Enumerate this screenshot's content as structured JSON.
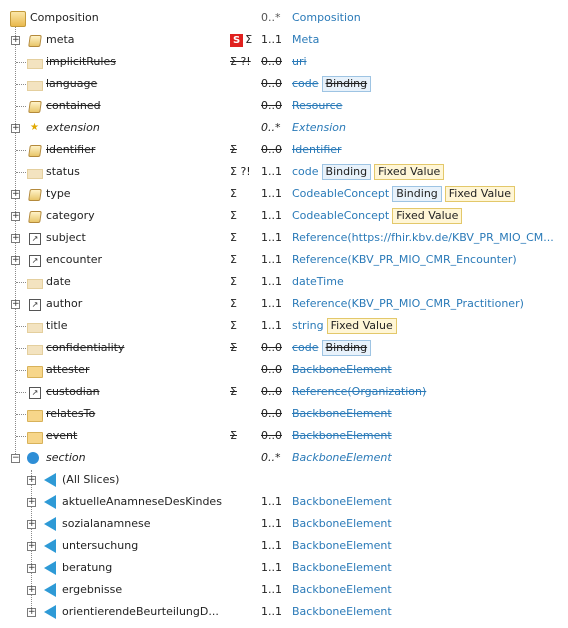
{
  "root": {
    "name": "Composition",
    "card": "0..*",
    "type": "Composition"
  },
  "rows": [
    {
      "name": "meta",
      "s": "S",
      "flags": "Σ",
      "card": "1..1",
      "type": "Meta"
    },
    {
      "name": "implicitRules",
      "flags": "Σ ?!",
      "card": "0..0",
      "type": "uri"
    },
    {
      "name": "language",
      "card": "0..0",
      "type": "code",
      "binding": "Binding"
    },
    {
      "name": "contained",
      "card": "0..0",
      "type": "Resource"
    },
    {
      "name": "extension",
      "card": "0..*",
      "type": "Extension"
    },
    {
      "name": "identifier",
      "flags": "Σ",
      "card": "0..0",
      "type": "Identifier"
    },
    {
      "name": "status",
      "flags": "Σ ?!",
      "card": "1..1",
      "type": "code",
      "binding": "Binding",
      "fixed": "Fixed Value"
    },
    {
      "name": "type",
      "flags": "Σ",
      "card": "1..1",
      "type": "CodeableConcept",
      "binding": "Binding",
      "fixed": "Fixed Value"
    },
    {
      "name": "category",
      "flags": "Σ",
      "card": "1..1",
      "type": "CodeableConcept",
      "fixed": "Fixed Value"
    },
    {
      "name": "subject",
      "flags": "Σ",
      "card": "1..1",
      "type": "Reference(https://fhir.kbv.de/KBV_PR_MIO_CM..."
    },
    {
      "name": "encounter",
      "flags": "Σ",
      "card": "1..1",
      "type": "Reference(KBV_PR_MIO_CMR_Encounter)"
    },
    {
      "name": "date",
      "flags": "Σ",
      "card": "1..1",
      "type": "dateTime"
    },
    {
      "name": "author",
      "flags": "Σ",
      "card": "1..1",
      "type": "Reference(KBV_PR_MIO_CMR_Practitioner)"
    },
    {
      "name": "title",
      "flags": "Σ",
      "card": "1..1",
      "type": "string",
      "fixed": "Fixed Value"
    },
    {
      "name": "confidentiality",
      "flags": "Σ",
      "card": "0..0",
      "type": "code",
      "binding": "Binding"
    },
    {
      "name": "attester",
      "card": "0..0",
      "type": "BackboneElement"
    },
    {
      "name": "custodian",
      "flags": "Σ",
      "card": "0..0",
      "type": "Reference(Organization)"
    },
    {
      "name": "relatesTo",
      "card": "0..0",
      "type": "BackboneElement"
    },
    {
      "name": "event",
      "flags": "Σ",
      "card": "0..0",
      "type": "BackboneElement"
    },
    {
      "name": "section",
      "card": "0..*",
      "type": "BackboneElement"
    }
  ],
  "slices": [
    {
      "name": "(All Slices)"
    },
    {
      "name": "aktuelleAnamneseDesKindes",
      "card": "1..1",
      "type": "BackboneElement"
    },
    {
      "name": "sozialanamnese",
      "card": "1..1",
      "type": "BackboneElement"
    },
    {
      "name": "untersuchung",
      "card": "1..1",
      "type": "BackboneElement"
    },
    {
      "name": "beratung",
      "card": "1..1",
      "type": "BackboneElement"
    },
    {
      "name": "ergebnisse",
      "card": "1..1",
      "type": "BackboneElement"
    },
    {
      "name": "orientierendeBeurteilungD...",
      "card": "1..1",
      "type": "BackboneElement"
    }
  ]
}
